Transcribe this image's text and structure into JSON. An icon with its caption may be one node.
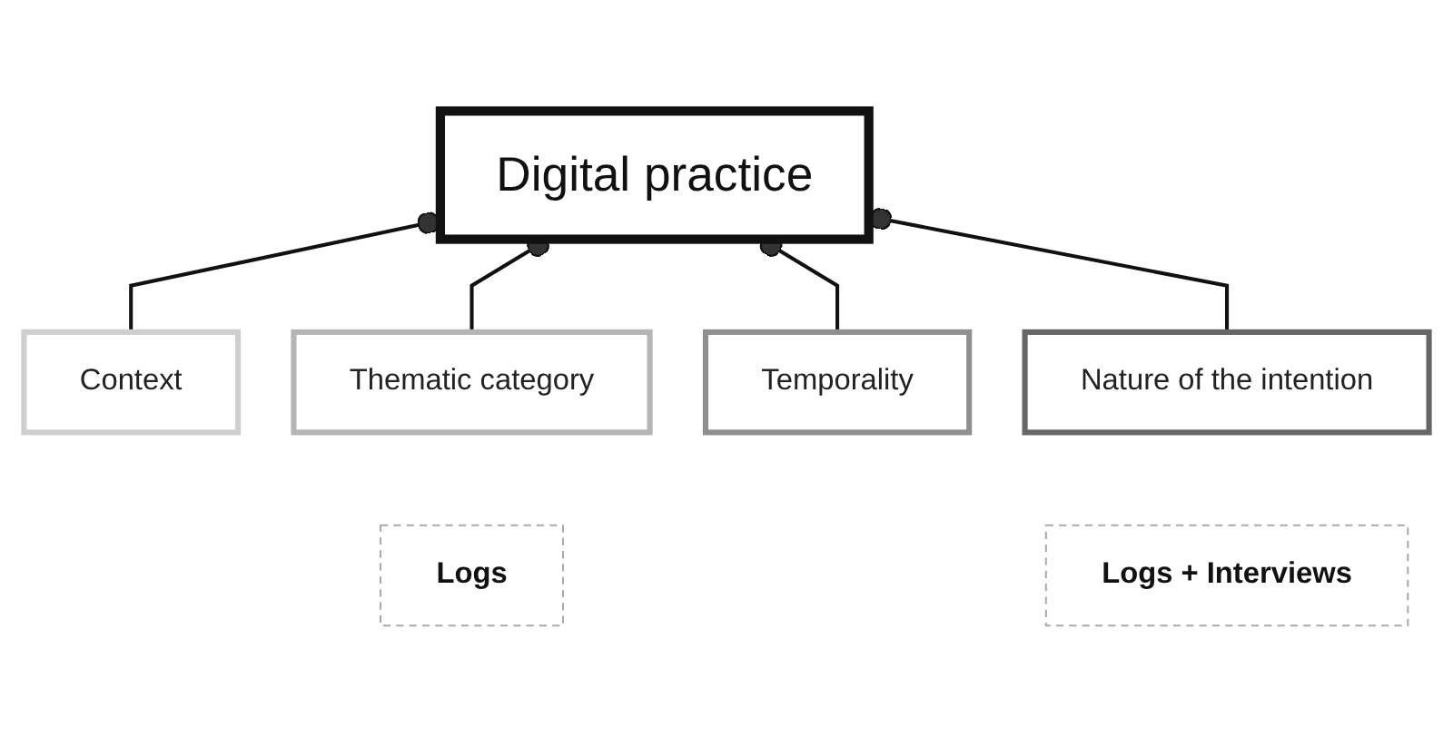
{
  "diagram": {
    "nodes": [
      {
        "text": [
          "Digital practice"
        ]
      },
      {
        "text": [
          "Context"
        ]
      },
      {
        "text": [
          "Thematic category"
        ]
      },
      {
        "text": [
          "Temporality"
        ]
      },
      {
        "text": [
          "Nature of the intention"
        ]
      },
      {
        "text": [
          "Logs"
        ]
      },
      {
        "text": [
          "Logs + Interviews"
        ]
      }
    ],
    "edges": [
      {
        "from": 1,
        "to": 0,
        "arrow": "other"
      },
      {
        "from": 2,
        "to": 0,
        "arrow": "other"
      },
      {
        "from": 3,
        "to": 0,
        "arrow": "other"
      },
      {
        "from": 4,
        "to": 0,
        "arrow": "other"
      }
    ]
  }
}
